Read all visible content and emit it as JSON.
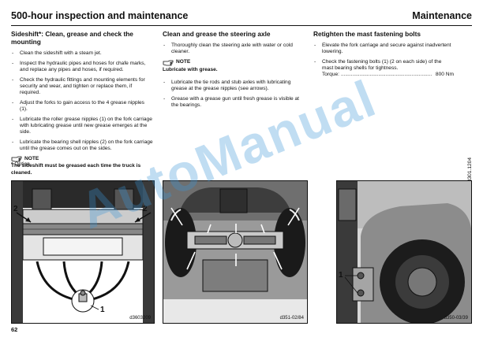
{
  "header": {
    "title": "500-hour inspection and maintenance",
    "section": "Maintenance"
  },
  "col1": {
    "title": "Sideshift*: Clean, grease and check the mounting",
    "items": [
      "Clean the sideshift with a steam jet.",
      "Inspect the hydraulic pipes and hoses for chafe marks, and replace any pipes and hoses, if required.",
      "Check the hydraulic fittings and mounting elements for security and wear, and tighten or replace them, if required.",
      "Adjust the forks to gain access to the 4 grease nipples (1).",
      "Lubricate the roller grease nipples (1) on the fork carriage with lubricating grease until new grease emerges at the side.",
      "Lubricate the bearing shell nipples (2) on the fork carriage until the grease comes out on the sides."
    ],
    "note_label": "NOTE",
    "note_text": "The sideshift must be greased each time the truck is cleaned."
  },
  "col2": {
    "title": "Clean and grease the steering axle",
    "items": [
      "Thoroughly clean the steering axle with water or cold cleaner."
    ],
    "note_label": "NOTE",
    "note_text": "Lubricate with grease.",
    "items2": [
      "Lubricate the tie rods and stub axles with lubricating grease at the grease nipples (see arrows).",
      "Grease with a grease gun until fresh grease is visible at the bearings."
    ]
  },
  "col3": {
    "title": "Retighten the mast fastening bolts",
    "items": [
      "Elevate the fork carriage and secure against inadvertent lowering.",
      "Check the fastening bolts (1) (2 on each side) of the mast bearing shells for tightness."
    ],
    "torque_label": "Torque: ",
    "torque_dots": "...............................................................",
    "torque_value": "800 Nm"
  },
  "footnote": "* Option",
  "side_code": "350 804 3301.1204",
  "figures": [
    {
      "code": "d3603209",
      "callout_1": "1",
      "callout_2": "2"
    },
    {
      "code": "d351-02/84"
    },
    {
      "code": "d350-03/39",
      "callout_1": "1"
    }
  ],
  "page_number": "62",
  "watermark": "AutoManual"
}
